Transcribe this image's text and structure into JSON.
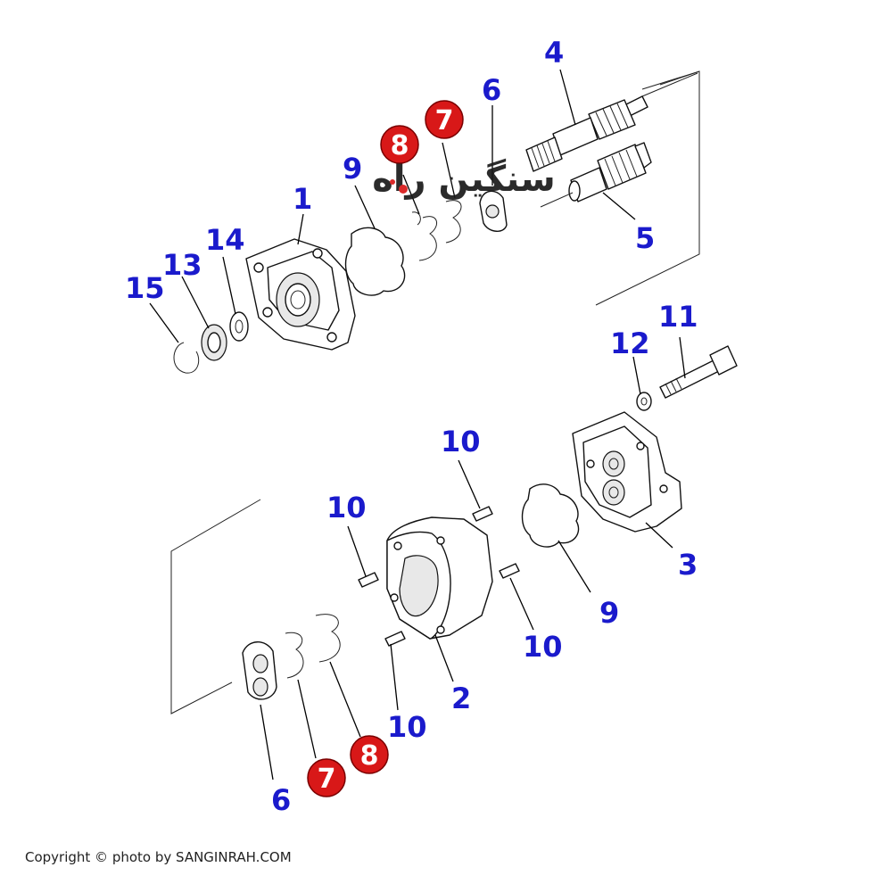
{
  "colors": {
    "label_blue": "#1a1acc",
    "badge_red": "#d81818",
    "line": "#111111",
    "watermark_dark": "#1a1a1a",
    "watermark_red": "#d81818"
  },
  "watermark": {
    "text": "سنگین راه"
  },
  "copyright": "Copyright © photo by SANGINRAH.COM",
  "labels": {
    "l1": "1",
    "l2": "2",
    "l3": "3",
    "l4": "4",
    "l5": "5",
    "l6_top": "6",
    "l6_bottom": "6",
    "l9_top": "9",
    "l9_bottom": "9",
    "l10_a": "10",
    "l10_b": "10",
    "l10_c": "10",
    "l10_d": "10",
    "l11": "11",
    "l12": "12",
    "l13": "13",
    "l14": "14",
    "l15": "15"
  },
  "badges": {
    "b7_top": "7",
    "b8_top": "8",
    "b7_bottom": "7",
    "b8_bottom": "8"
  }
}
